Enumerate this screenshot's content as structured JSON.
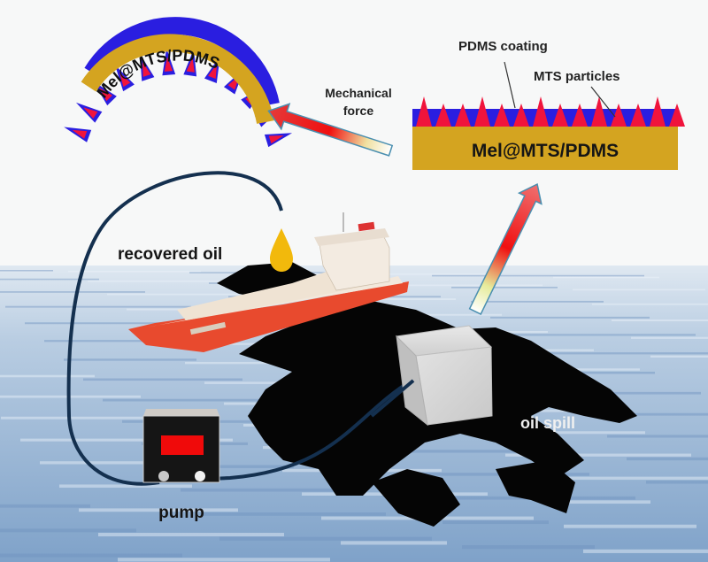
{
  "figure": {
    "labels": {
      "curved_sample": "Mel@MTS/PDMS",
      "flat_sample": "Mel@MTS/PDMS",
      "pdms_coating": "PDMS coating",
      "mts_particles": "MTS particles",
      "mechanical_force_line1": "Mechanical",
      "mechanical_force_line2": "force",
      "recovered_oil": "recovered oil",
      "oil_spill": "oil spill",
      "pump": "pump"
    },
    "colors": {
      "sky": "#f7f8f8",
      "sea": "#a9c3dc",
      "sea_dark": "#6f93bf",
      "substrate": "#d4a420",
      "pdms_layer": "#2a1ee0",
      "particles": "#f0143c",
      "oil": "#050505",
      "tube": "#14304f",
      "droplet": "#f2b90c",
      "ship_hull": "#e84a2e",
      "ship_deck": "#f2e8dc",
      "pump_body": "#151515",
      "pump_display": "#f00a0a",
      "sponge": "#d9d9d9"
    }
  }
}
